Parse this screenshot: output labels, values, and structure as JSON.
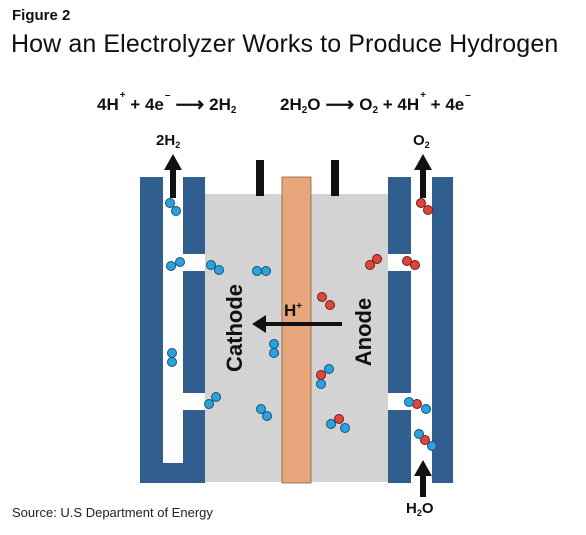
{
  "figure_label": "Figure 2",
  "title": "How an Electrolyzer Works to Produce Hydrogen",
  "source": "Source: U.S Department of Energy",
  "equations": {
    "cathode": {
      "left_1": "4H",
      "left_1_sup": "+",
      "plus_1": " + 4e",
      "left_2_sup": "–",
      "right": "2H",
      "right_sub": "2"
    },
    "anode": {
      "left": "2H",
      "left_sub": "2",
      "left_tail": "O",
      "right_1": "O",
      "right_1_sub": "2",
      "right_2": " + 4H",
      "right_2_sup": "+",
      "right_3": " + 4e",
      "right_3_sup": "–"
    }
  },
  "labels": {
    "h2_out": {
      "main": "2H",
      "sub": "2"
    },
    "o2_out": {
      "main": "O",
      "sub": "2"
    },
    "h2o_in": {
      "main": "H",
      "sub": "2",
      "tail": "O"
    },
    "cathode": "Cathode",
    "anode": "Anode",
    "proton": {
      "main": "H",
      "sup": "+"
    }
  },
  "colors": {
    "electrode": "#2f5e8f",
    "electrolyte": "#d3d3d3",
    "membrane": "#e8a67c",
    "hydrogen_atom": "#29a3dd",
    "oxygen_atom": "#e0453a",
    "arrow": "#111111"
  }
}
